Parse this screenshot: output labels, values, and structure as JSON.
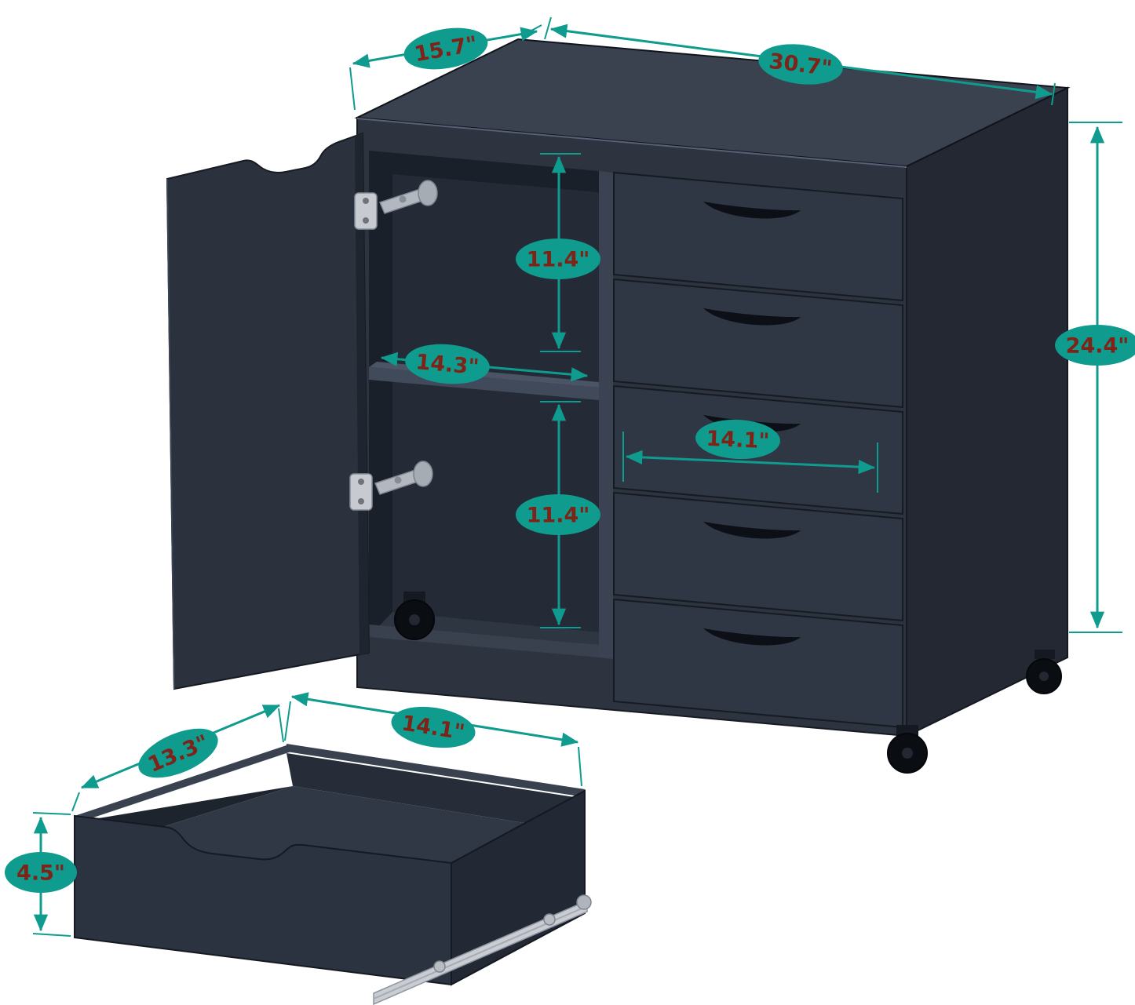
{
  "product_diagram": {
    "colors": {
      "accent_teal": "#0f9b8e",
      "label_text": "#7e2318",
      "cabinet_front": "#2d3440",
      "cabinet_top": "#3a4250",
      "cabinet_side": "#232833",
      "interior_dark": "#1a202a",
      "hardware_silver": "#c7cbd1",
      "background": "#ffffff"
    },
    "dimensions": {
      "top_depth": "15.7\"",
      "top_width": "30.7\"",
      "overall_height": "24.4\"",
      "upper_compartment_height": "11.4\"",
      "shelf_width": "14.3\"",
      "drawer_front_width": "14.1\"",
      "lower_compartment_height": "11.4\"",
      "drawer_inner_width": "14.1\"",
      "drawer_depth": "13.3\"",
      "drawer_height": "4.5\""
    }
  }
}
